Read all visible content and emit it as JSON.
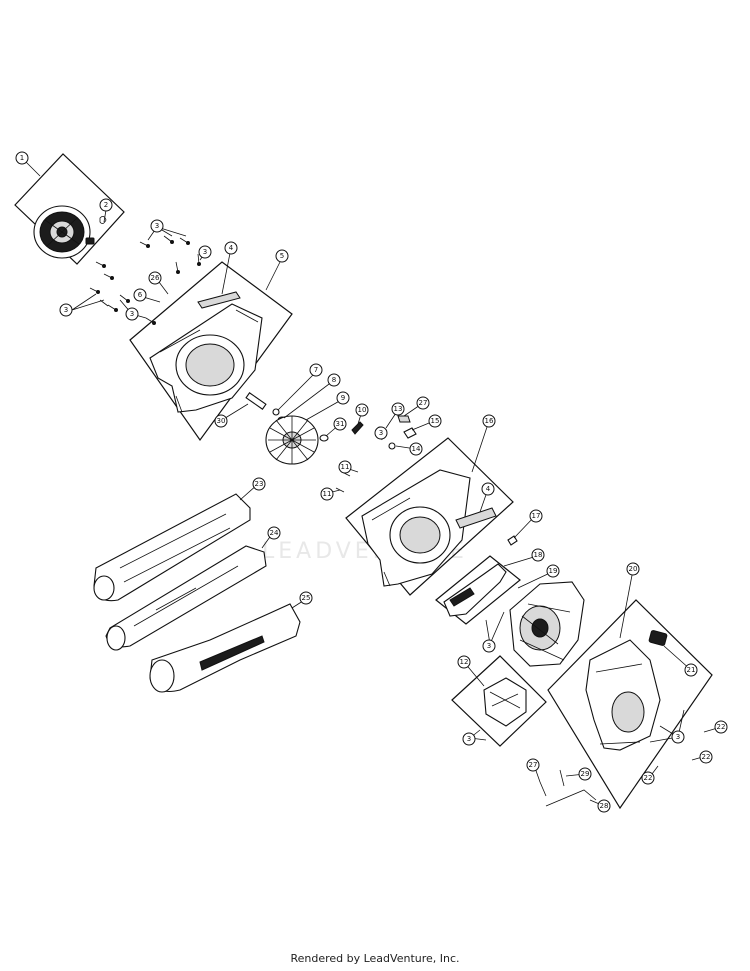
{
  "diagram": {
    "watermark": "LEADVENTURE",
    "callouts": [
      {
        "id": "c-1",
        "label": "1"
      },
      {
        "id": "c-2",
        "label": "2"
      },
      {
        "id": "c-3a",
        "label": "3"
      },
      {
        "id": "c-3b",
        "label": "3"
      },
      {
        "id": "c-3c",
        "label": "3"
      },
      {
        "id": "c-3d",
        "label": "3"
      },
      {
        "id": "c-4a",
        "label": "4"
      },
      {
        "id": "c-5",
        "label": "5"
      },
      {
        "id": "c-26a",
        "label": "26"
      },
      {
        "id": "c-6",
        "label": "6"
      },
      {
        "id": "c-7",
        "label": "7"
      },
      {
        "id": "c-8",
        "label": "8"
      },
      {
        "id": "c-9",
        "label": "9"
      },
      {
        "id": "c-30",
        "label": "30"
      },
      {
        "id": "c-10",
        "label": "10"
      },
      {
        "id": "c-31",
        "label": "31"
      },
      {
        "id": "c-13",
        "label": "13"
      },
      {
        "id": "c-27a",
        "label": "27"
      },
      {
        "id": "c-3e",
        "label": "3"
      },
      {
        "id": "c-15",
        "label": "15"
      },
      {
        "id": "c-14",
        "label": "14"
      },
      {
        "id": "c-11a",
        "label": "11"
      },
      {
        "id": "c-11b",
        "label": "11"
      },
      {
        "id": "c-16",
        "label": "16"
      },
      {
        "id": "c-4b",
        "label": "4"
      },
      {
        "id": "c-17",
        "label": "17"
      },
      {
        "id": "c-23",
        "label": "23"
      },
      {
        "id": "c-24",
        "label": "24"
      },
      {
        "id": "c-25",
        "label": "25"
      },
      {
        "id": "c-18",
        "label": "18"
      },
      {
        "id": "c-19",
        "label": "19"
      },
      {
        "id": "c-3f",
        "label": "3"
      },
      {
        "id": "c-20",
        "label": "20"
      },
      {
        "id": "c-21",
        "label": "21"
      },
      {
        "id": "c-12",
        "label": "12"
      },
      {
        "id": "c-3g",
        "label": "3"
      },
      {
        "id": "c-3h",
        "label": "3"
      },
      {
        "id": "c-22a",
        "label": "22"
      },
      {
        "id": "c-22b",
        "label": "22"
      },
      {
        "id": "c-22c",
        "label": "22"
      },
      {
        "id": "c-27b",
        "label": "27"
      },
      {
        "id": "c-29",
        "label": "29"
      },
      {
        "id": "c-28",
        "label": "28"
      }
    ]
  },
  "footer": {
    "text": "Rendered by LeadVenture, Inc."
  }
}
